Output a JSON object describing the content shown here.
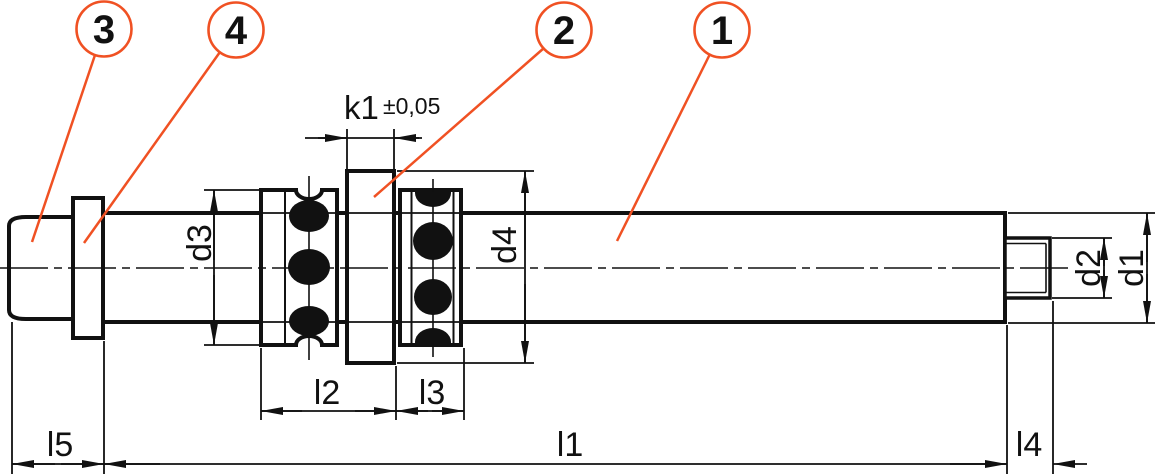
{
  "drawing": {
    "background_color": "#ffffff",
    "line_color": "#111111",
    "accent_color": "#f05123",
    "callouts": {
      "c1": {
        "label": "1"
      },
      "c2": {
        "label": "2"
      },
      "c3": {
        "label": "3"
      },
      "c4": {
        "label": "4"
      }
    },
    "dimensions": {
      "k1": {
        "label": "k1",
        "tolerance": "±0,05"
      },
      "d1": {
        "label": "d1"
      },
      "d2": {
        "label": "d2"
      },
      "d3": {
        "label": "d3"
      },
      "d4": {
        "label": "d4"
      },
      "l1": {
        "label": "l1"
      },
      "l2": {
        "label": "l2"
      },
      "l3": {
        "label": "l3"
      },
      "l4": {
        "label": "l4"
      },
      "l5": {
        "label": "l5"
      }
    }
  }
}
